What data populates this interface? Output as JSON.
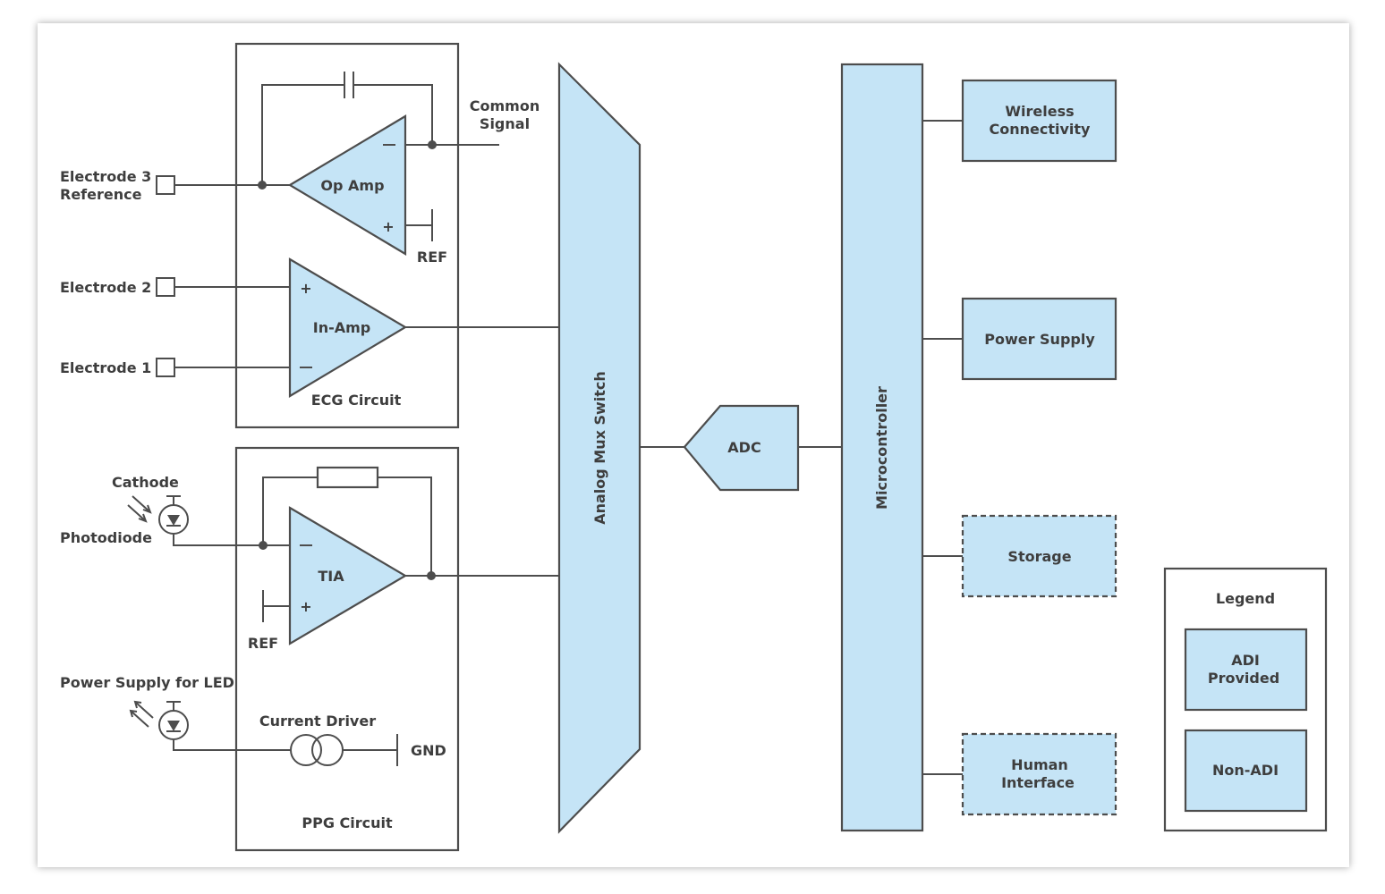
{
  "ecg": {
    "title": "ECG Circuit",
    "electrode3_line1": "Electrode 3",
    "electrode3_line2": "Reference",
    "electrode2": "Electrode 2",
    "electrode1": "Electrode 1",
    "op_amp": "Op Amp",
    "in_amp": "In-Amp",
    "common_signal_line1": "Common",
    "common_signal_line2": "Signal",
    "ref": "REF",
    "plus": "+",
    "minus": "−"
  },
  "ppg": {
    "title": "PPG Circuit",
    "cathode": "Cathode",
    "photodiode": "Photodiode",
    "tia": "TIA",
    "ref": "REF",
    "led_supply": "Power Supply for LED",
    "current_driver": "Current Driver",
    "gnd": "GND",
    "plus": "+",
    "minus": "−"
  },
  "mux": {
    "label": "Analog Mux Switch"
  },
  "adc": {
    "label": "ADC"
  },
  "mcu": {
    "label": "Microcontroller"
  },
  "peripherals": {
    "wireless_line1": "Wireless",
    "wireless_line2": "Connectivity",
    "power_supply": "Power Supply",
    "storage": "Storage",
    "human_line1": "Human",
    "human_line2": "Interface"
  },
  "legend": {
    "title": "Legend",
    "adi_line1": "ADI",
    "adi_line2": "Provided",
    "non_adi": "Non-ADI"
  },
  "colors": {
    "block_fill": "#c5e4f6",
    "stroke": "#4d4d4d",
    "text": "#3e3e3e"
  }
}
